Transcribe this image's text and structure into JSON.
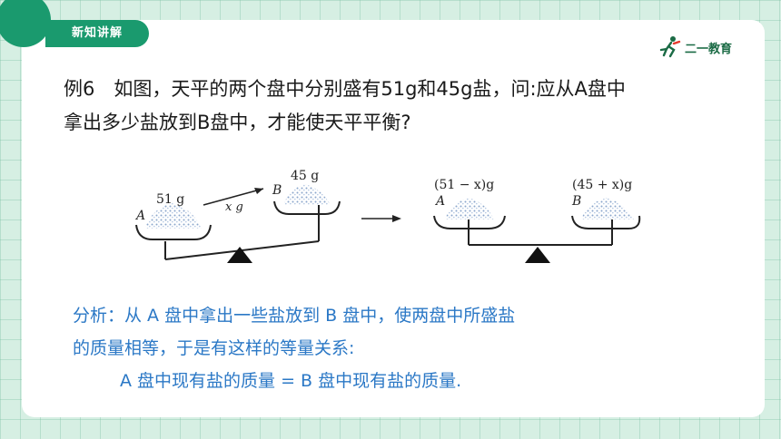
{
  "tag": {
    "label": "新知讲解"
  },
  "logo": {
    "text": "二一教育"
  },
  "example": {
    "line1": "例6　如图，天平的两个盘中分别盛有51g和45g盐，问:应从A盘中",
    "line2": "拿出多少盐放到B盘中，才能使天平平衡?"
  },
  "figure": {
    "left_mass": "51 g",
    "left_pan": "A",
    "moved": "x g",
    "right_mass": "45 g",
    "right_pan": "B",
    "after_left_mass": "(51 − x)g",
    "after_left_pan": "A",
    "after_right_mass": "(45 + x)g",
    "after_right_pan": "B"
  },
  "analysis": {
    "line1": "分析：从 A 盘中拿出一些盐放到 B 盘中，使两盘中所盛盐",
    "line2": "的质量相等，于是有这样的等量关系:",
    "equation": "A 盘中现有盐的质量 = B 盘中现有盐的质量."
  },
  "colors": {
    "accent": "#1a9a6e",
    "analysis_text": "#2b78c6",
    "background": "#d6efe3"
  }
}
